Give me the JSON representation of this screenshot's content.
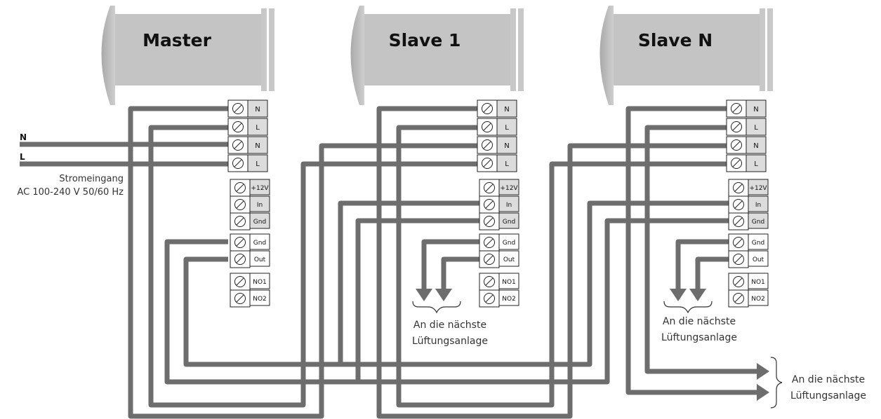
{
  "units": [
    {
      "title": "Master"
    },
    {
      "title": "Slave 1"
    },
    {
      "title": "Slave N"
    }
  ],
  "terminals": {
    "power": [
      "N",
      "L",
      "N",
      "L"
    ],
    "control": [
      "+12V",
      "In",
      "Gnd"
    ],
    "output": [
      "Gnd",
      "Out"
    ],
    "relay": [
      "NO1",
      "NO2"
    ]
  },
  "mains": {
    "wire_n": "N",
    "wire_l": "L",
    "label_line1": "Stromeingang",
    "label_line2": "AC 100-240 V 50/60 Hz"
  },
  "next_unit": {
    "line1": "An die nächste",
    "line2": "Lüftungsanlage"
  },
  "colors": {
    "cable": "#6d6d6d",
    "unit_body": "#c4c4c4",
    "terminal_label_bg": "#dcdcdc",
    "outline": "#222222"
  },
  "icons": [
    "screw-terminal-icon",
    "arrow-down-icon",
    "arrow-right-icon",
    "brace-icon"
  ]
}
